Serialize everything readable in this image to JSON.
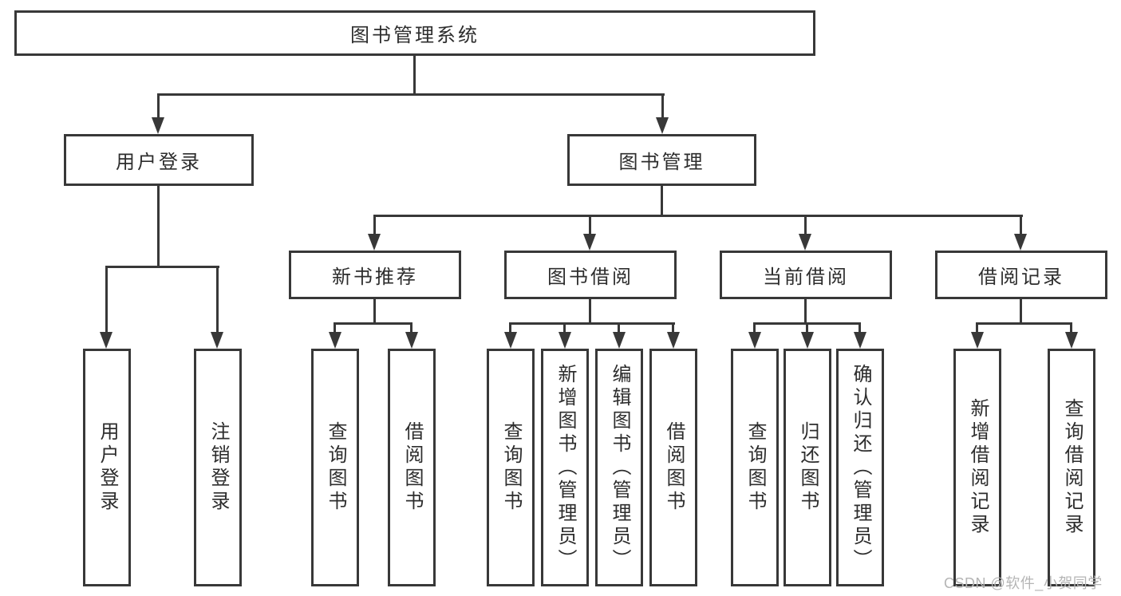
{
  "diagram_type": "functional-structure-tree",
  "colors": {
    "line": "#383838",
    "box_border": "#383838",
    "text": "#2d2d2d",
    "watermark": "#b5b5b5",
    "background": "#ffffff"
  },
  "tree": {
    "root": {
      "label": "图书管理系统"
    },
    "branches": [
      {
        "label": "用户登录",
        "children": [
          {
            "label": "用户登录"
          },
          {
            "label": "注销登录"
          }
        ]
      },
      {
        "label": "图书管理",
        "children": [
          {
            "label": "新书推荐",
            "children": [
              {
                "label": "查询图书"
              },
              {
                "label": "借阅图书"
              }
            ]
          },
          {
            "label": "图书借阅",
            "children": [
              {
                "label": "查询图书"
              },
              {
                "label": "新增图书（管理员）"
              },
              {
                "label": "编辑图书（管理员）"
              },
              {
                "label": "借阅图书"
              }
            ]
          },
          {
            "label": "当前借阅",
            "children": [
              {
                "label": "查询图书"
              },
              {
                "label": "归还图书"
              },
              {
                "label": "确认归还（管理员）"
              }
            ]
          },
          {
            "label": "借阅记录",
            "children": [
              {
                "label": "新增借阅记录"
              },
              {
                "label": "查询借阅记录"
              }
            ]
          }
        ]
      }
    ]
  },
  "watermark": {
    "text": "CSDN @软件_小贺同学"
  }
}
